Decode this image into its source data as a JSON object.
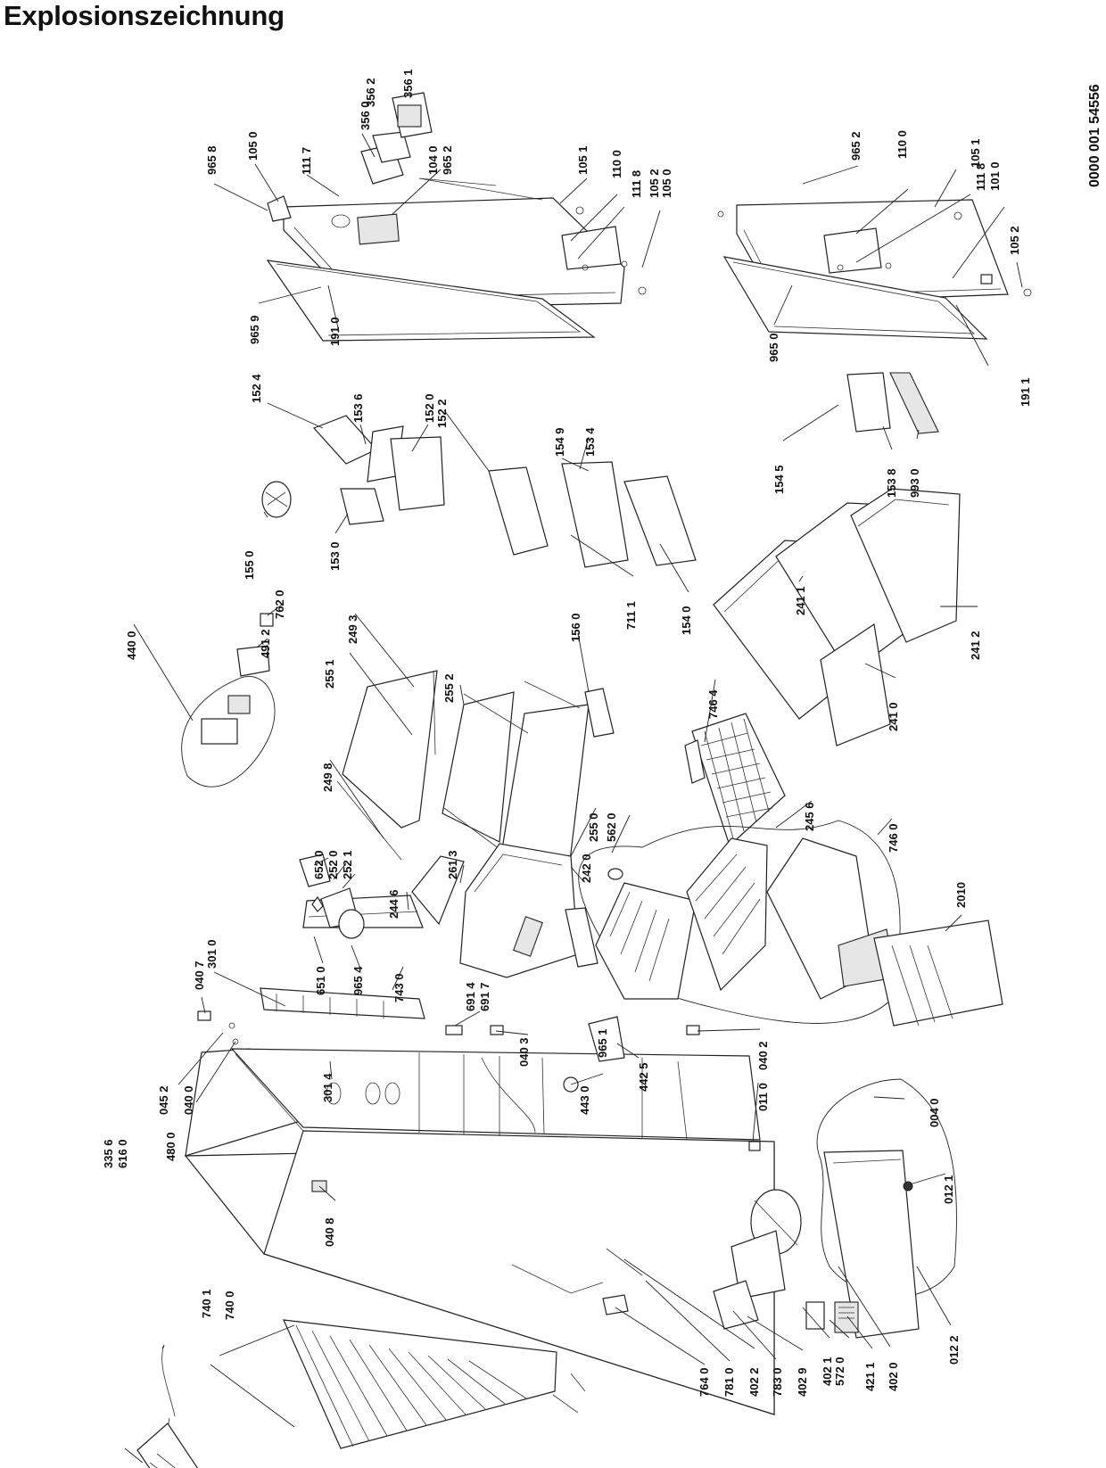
{
  "title": "Explosionszeichnung",
  "document_number": "0000 001 54556",
  "part_labels": [
    "965 8",
    "105 0",
    "111 7",
    "356 0",
    "356 2",
    "356 1",
    "104 0",
    "965 2",
    "105 1",
    "110 0",
    "111 8",
    "105 2",
    "105 0",
    "965 9",
    "191 0",
    "965 2",
    "110 0",
    "105 1",
    "111 8",
    "101 0",
    "105 2",
    "965 0",
    "191 1",
    "152 4",
    "153 6",
    "152 0",
    "152 2",
    "155 0",
    "153 0",
    "154 9",
    "153 4",
    "711 1",
    "154 0",
    "153 8",
    "993 0",
    "154 5",
    "241 1",
    "241 2",
    "241 0",
    "440 0",
    "491 2",
    "762 0",
    "255 1",
    "249 3",
    "255 2",
    "156 0",
    "249 8",
    "255 0",
    "562 0",
    "746 4",
    "245 6",
    "652 0",
    "252 0",
    "252 1",
    "244 6",
    "261 3",
    "242 0",
    "746 0",
    "2010",
    "651 0",
    "965 4",
    "301 0",
    "743 0",
    "040 7",
    "691 4",
    "691 7",
    "040 3",
    "965 1",
    "442 5",
    "040 2",
    "443 0",
    "301 4",
    "045 2",
    "040 0",
    "011 0",
    "004 0",
    "480 0",
    "335 6",
    "616 0",
    "012 1",
    "040 8",
    "740 1",
    "740 0",
    "764 0",
    "781 0",
    "402 2",
    "783 0",
    "402 9",
    "402 1",
    "572 0",
    "421 1",
    "402 0",
    "012 2"
  ]
}
